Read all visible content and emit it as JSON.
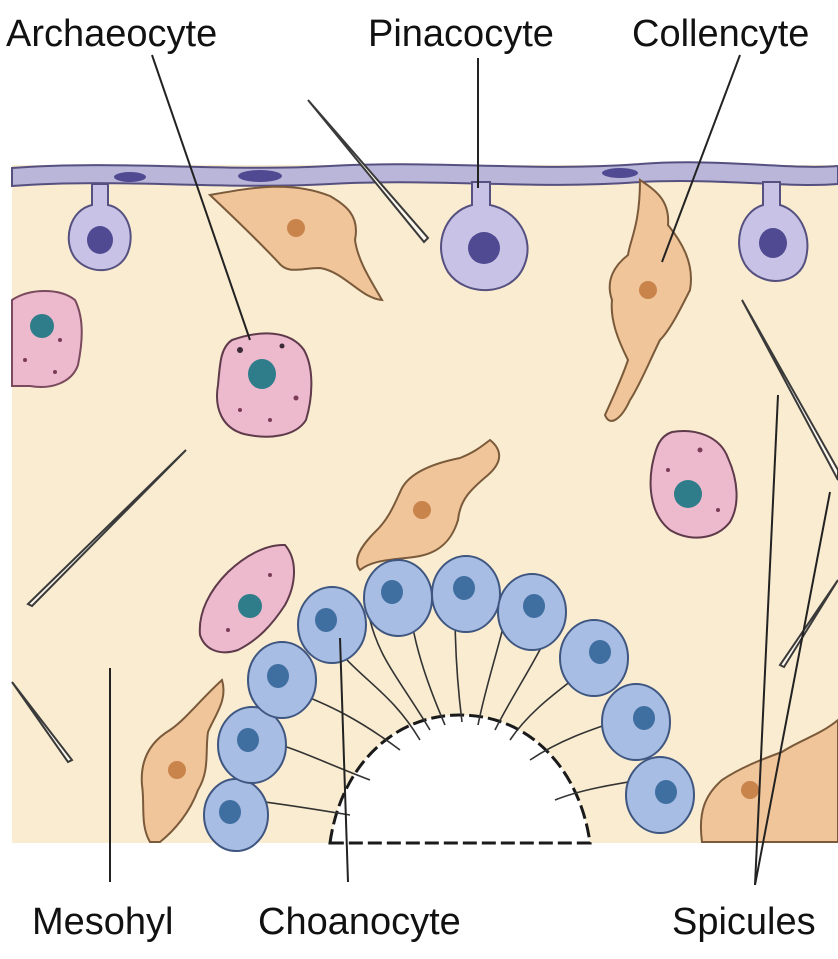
{
  "labels": {
    "archaeocyte": "Archaeocyte",
    "pinacocyte": "Pinacocyte",
    "collencyte": "Collencyte",
    "mesohyl": "Mesohyl",
    "choanocyte": "Choanocyte",
    "spicules": "Spicules"
  },
  "colors": {
    "mesohyl": "#f9ecd0",
    "pinacocyte": "#c8c3e6",
    "pinacocyte_nucleus": "#4f4a91",
    "collencyte": "#f0c59a",
    "archaeocyte": "#ecb9cd",
    "choanocyte": "#a8bde4",
    "choanocyte_nucleus": "#3f6ea0"
  }
}
